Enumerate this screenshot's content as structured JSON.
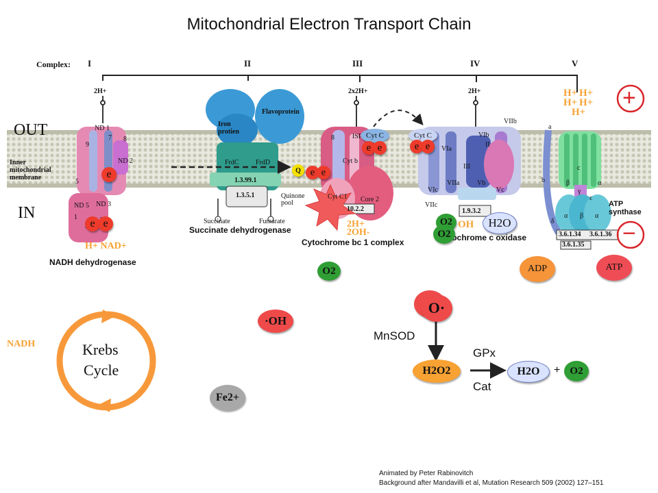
{
  "title": "Mitochondrial Electron Transport Chain",
  "side_labels": {
    "out": "OUT",
    "in": "IN",
    "plus": "+",
    "minus": "−"
  },
  "complexes": {
    "header": "Complex:",
    "numerals": [
      "I",
      "II",
      "III",
      "IV",
      "V"
    ],
    "pumped": [
      "2H+",
      "2x2H+",
      "2H+"
    ],
    "membrane_label": [
      "Inner",
      "mitochondrial",
      "membrane"
    ],
    "complex_names": [
      "NADH dehydrogenase",
      "Succinate dehydrogenase",
      "Cytochrome bc 1 complex",
      "Cytochrome c oxidase",
      "ATP synthase"
    ],
    "subunits_c1": [
      "ND 1",
      "ND 2",
      "ND 3",
      "ND 5",
      "7",
      "8",
      "9",
      "5",
      "1",
      "2",
      "3"
    ],
    "subunits_c2": [
      "Iron protien",
      "Flavoprotein",
      "FrdC",
      "FrdD",
      "1.3.99.1",
      "1.3.5.1"
    ],
    "substrates": [
      "Succinate",
      "Fumarate",
      "Quinone pool"
    ],
    "subunits_c3": [
      "ISP",
      "Cyt b",
      "Core 2",
      "Cyt C1",
      "10.2.2",
      "8"
    ],
    "subunits_c4": [
      "VIIb",
      "IV",
      "VIa",
      "III",
      "VIb",
      "II",
      "Vb",
      "VIc",
      "VIIa",
      "Vc",
      "VIIc",
      "1.9.3.2"
    ],
    "subunits_c5": [
      "a",
      "b",
      "c",
      "β",
      "α",
      "γ",
      "δ",
      "ε",
      "α",
      "β",
      "α",
      "3.6.1.34",
      "3.6.1.36",
      "3.6.1.35"
    ],
    "proton_stack": "H+",
    "matrix_reaction_c1": "H+ NAD+",
    "matrix_reaction_c3": "2H+ 2OH-"
  },
  "carriers": {
    "q": "Q",
    "cyt_c_1": "Cyt C",
    "cyt_c_2": "Cyt C",
    "electron": "e"
  },
  "species": {
    "o2": "O2",
    "h2o": "H2O",
    "oh_radical": "·OH",
    "superoxide": "O·",
    "h2o2": "H2O2",
    "fe": "Fe2+",
    "adp": "ADP",
    "atp": "ATP",
    "nadh": "NADH",
    "oh_minus": "OH"
  },
  "enzymes": {
    "mnsod": "MnSOD",
    "gpx": "GPx",
    "cat": "Cat",
    "plus_sign": "+"
  },
  "krebs": [
    "Krebs",
    "Cycle"
  ],
  "credits": {
    "line1": "Animated by Peter Rabinovitch",
    "line2": "Background after Mandavilli et al,  Mutation Research 509 (2002) 127–151"
  },
  "colors": {
    "membrane": "#d8d8c8",
    "complex1": "#e58ab3",
    "complex2": "#2f9c8c",
    "complex3": "#d85c84",
    "complex4": "#9aa7d8",
    "complex5": "#69c8d8",
    "electron": "#ee3b2b",
    "o2": "#2f9e34",
    "oh_radical": "#ef4a4a",
    "adp": "#f6943a",
    "atp": "#ef4d55",
    "h2o2": "#f7a233",
    "fe": "#a8a8a8",
    "krebs": "#f7993b",
    "plus_minus": "#d9262b",
    "q": "#f3e000"
  }
}
